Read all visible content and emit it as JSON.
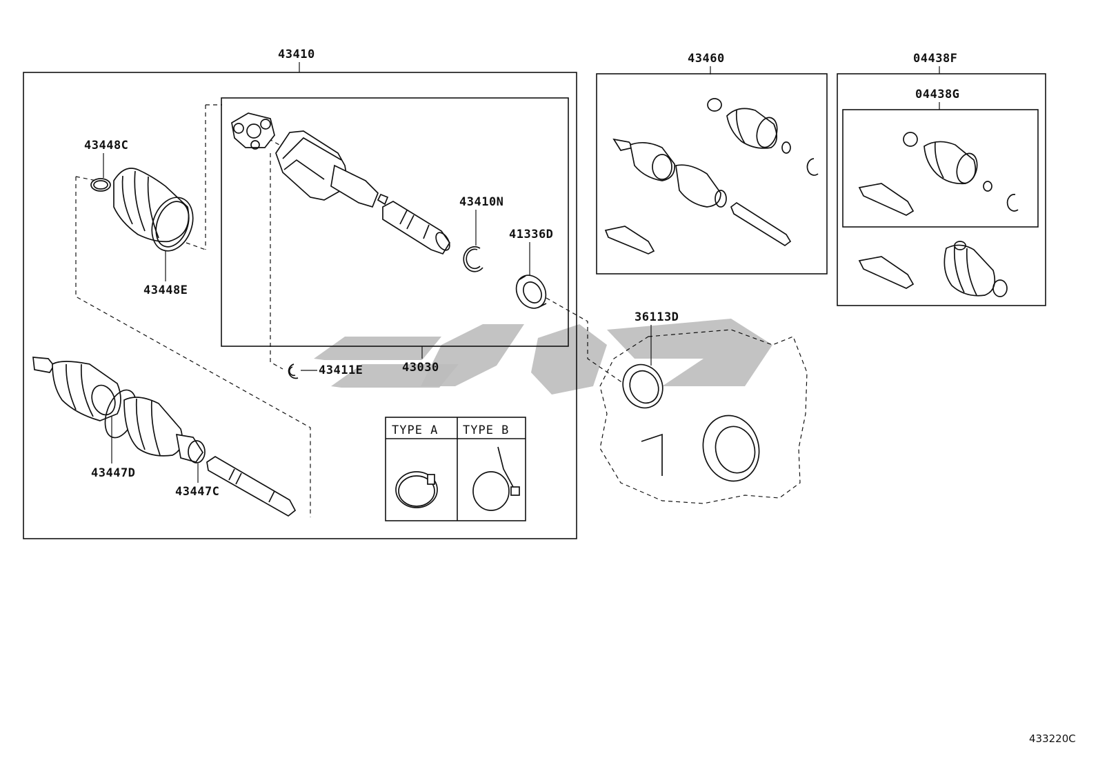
{
  "labels": {
    "p43410": "43410",
    "p43460": "43460",
    "p04438F": "04438F",
    "p04438G": "04438G",
    "p43448C": "43448C",
    "p43448E": "43448E",
    "p43410N": "43410N",
    "p41336D": "41336D",
    "p36113D": "36113D",
    "p43411E": "43411E",
    "p43030": "43030",
    "p43447D": "43447D",
    "p43447C": "43447C"
  },
  "clamp_types": {
    "type_a": "TYPE A",
    "type_b": "TYPE B"
  },
  "diagram_ref": "433220C",
  "colors": {
    "line": "#111111",
    "watermark": "#bdbdbd",
    "background": "#ffffff"
  }
}
